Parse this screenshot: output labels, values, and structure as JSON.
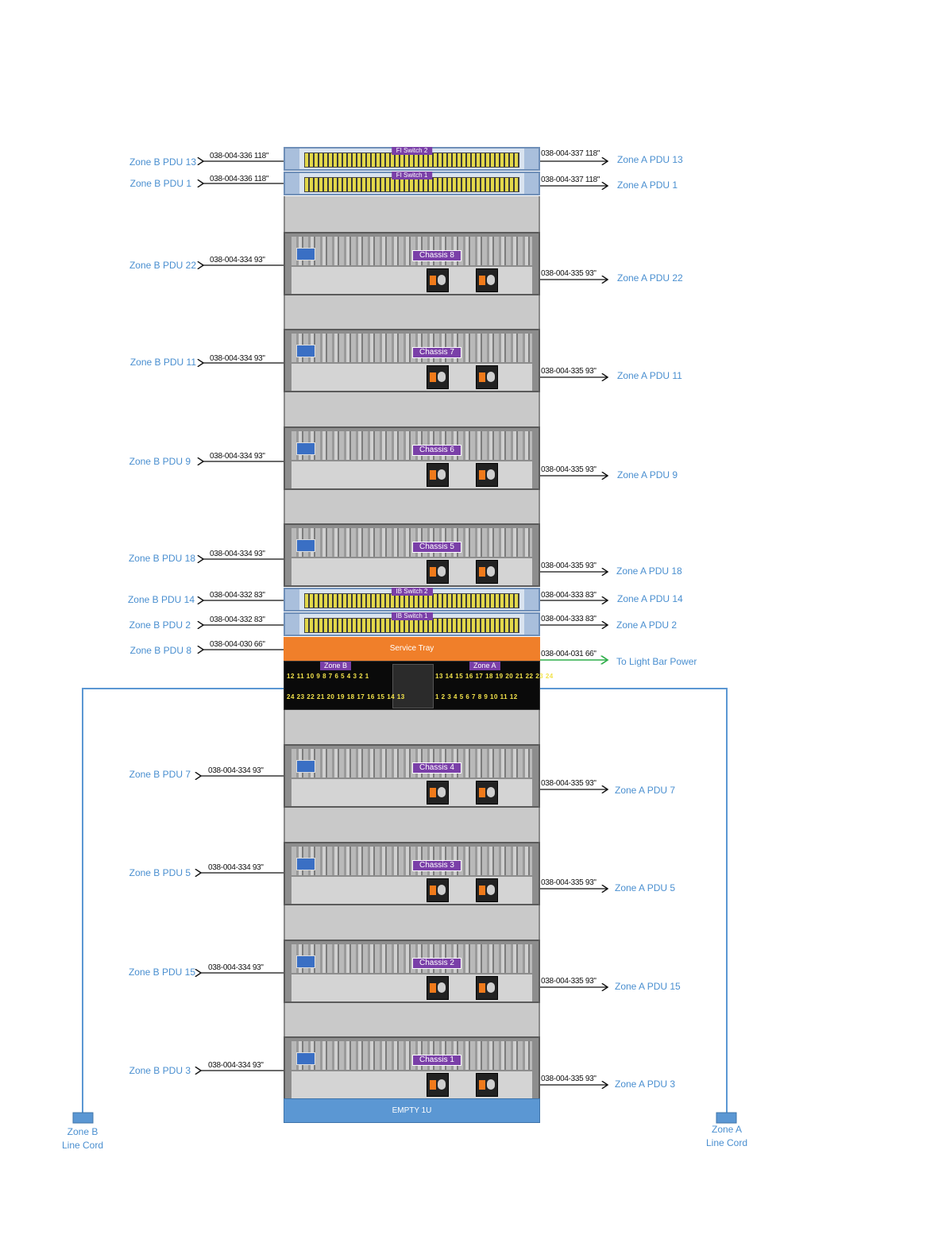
{
  "rack": {
    "switches": {
      "fi_switch_2": "FI Switch 2",
      "fi_switch_1": "FI Switch 1",
      "ib_switch_2": "IB Switch 2",
      "ib_switch_1": "IB Switch 1"
    },
    "chassis": [
      "Chassis 8",
      "Chassis 7",
      "Chassis 6",
      "Chassis 5",
      "Chassis 4",
      "Chassis 3",
      "Chassis 2",
      "Chassis 1"
    ],
    "service_tray": "Service Tray",
    "patch_panel": {
      "zone_b": "Zone B",
      "zone_a": "Zone A",
      "row1_left": "12 11 10 9   8 7 6 5   4 3 2 1",
      "row1_right": "13 14 15 16   17 18 19 20   21 22 23 24",
      "row2_left": "24 23 22 21   20 19 18 17   16 15 14 13",
      "row2_right": "1 2 3 4   5 6 7 8   9 10 11 12"
    },
    "empty_1u": "EMPTY 1U"
  },
  "left_connections": [
    {
      "zone": "Zone B PDU 13",
      "cable": "038-004-336 118\""
    },
    {
      "zone": "Zone B PDU 1",
      "cable": "038-004-336 118\""
    },
    {
      "zone": "Zone B PDU 22",
      "cable": "038-004-334 93\""
    },
    {
      "zone": "Zone B PDU 11",
      "cable": "038-004-334 93\""
    },
    {
      "zone": "Zone B PDU 9",
      "cable": "038-004-334 93\""
    },
    {
      "zone": "Zone B PDU 18",
      "cable": "038-004-334 93\""
    },
    {
      "zone": "Zone B PDU 14",
      "cable": "038-004-332 83\""
    },
    {
      "zone": "Zone B PDU 2",
      "cable": "038-004-332 83\""
    },
    {
      "zone": "Zone B PDU 8",
      "cable": "038-004-030 66\""
    },
    {
      "zone": "Zone B PDU 7",
      "cable": "038-004-334 93\""
    },
    {
      "zone": "Zone B PDU 5",
      "cable": "038-004-334 93\""
    },
    {
      "zone": "Zone B PDU 15",
      "cable": "038-004-334 93\""
    },
    {
      "zone": "Zone B PDU 3",
      "cable": "038-004-334 93\""
    }
  ],
  "right_connections": [
    {
      "zone": "Zone A PDU 13",
      "cable": "038-004-337 118\""
    },
    {
      "zone": "Zone A PDU 1",
      "cable": "038-004-337 118\""
    },
    {
      "zone": "Zone A PDU 22",
      "cable": "038-004-335 93\""
    },
    {
      "zone": "Zone A PDU 11",
      "cable": "038-004-335 93\""
    },
    {
      "zone": "Zone A PDU 9",
      "cable": "038-004-335 93\""
    },
    {
      "zone": "Zone A PDU 18",
      "cable": "038-004-335 93\""
    },
    {
      "zone": "Zone A PDU 14",
      "cable": "038-004-333 83\""
    },
    {
      "zone": "Zone A PDU 2",
      "cable": "038-004-333 83\""
    },
    {
      "zone": "To Light Bar Power",
      "cable": "038-004-031 66\""
    },
    {
      "zone": "Zone A PDU 7",
      "cable": "038-004-335 93\""
    },
    {
      "zone": "Zone A PDU 5",
      "cable": "038-004-335 93\""
    },
    {
      "zone": "Zone A PDU 15",
      "cable": "038-004-335 93\""
    },
    {
      "zone": "Zone A PDU 3",
      "cable": "038-004-335 93\""
    }
  ],
  "line_cords": {
    "zone_b_line1": "Zone B",
    "zone_b_line2": "Line Cord",
    "zone_a_line1": "Zone A",
    "zone_a_line2": "Line Cord"
  },
  "colors": {
    "zone_text": "#4a8fd0",
    "cable_line": "#111111",
    "light_bar_line": "#2fae4a",
    "line_cord": "#5b97d3",
    "tag_purple": "#7a3fa8",
    "service_tray": "#f07f2a"
  }
}
